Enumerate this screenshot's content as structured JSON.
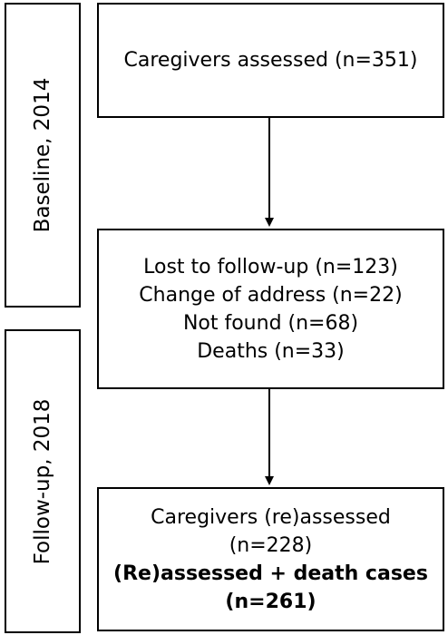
{
  "sidebars": {
    "baseline": "Baseline, 2014",
    "followup": "Follow-up, 2018"
  },
  "boxes": {
    "assessed": {
      "line1": "Caregivers assessed (n=351)"
    },
    "lost": {
      "line1": "Lost to follow-up (n=123)",
      "line2": "Change of address (n=22)",
      "line3": "Not found (n=68)",
      "line4": "Deaths (n=33)"
    },
    "final": {
      "line1": "Caregivers (re)assessed",
      "line2": "(n=228)",
      "line3": "(Re)assessed + death cases",
      "line4": "(n=261)"
    }
  },
  "colors": {
    "line": "#000000",
    "background": "#ffffff"
  }
}
